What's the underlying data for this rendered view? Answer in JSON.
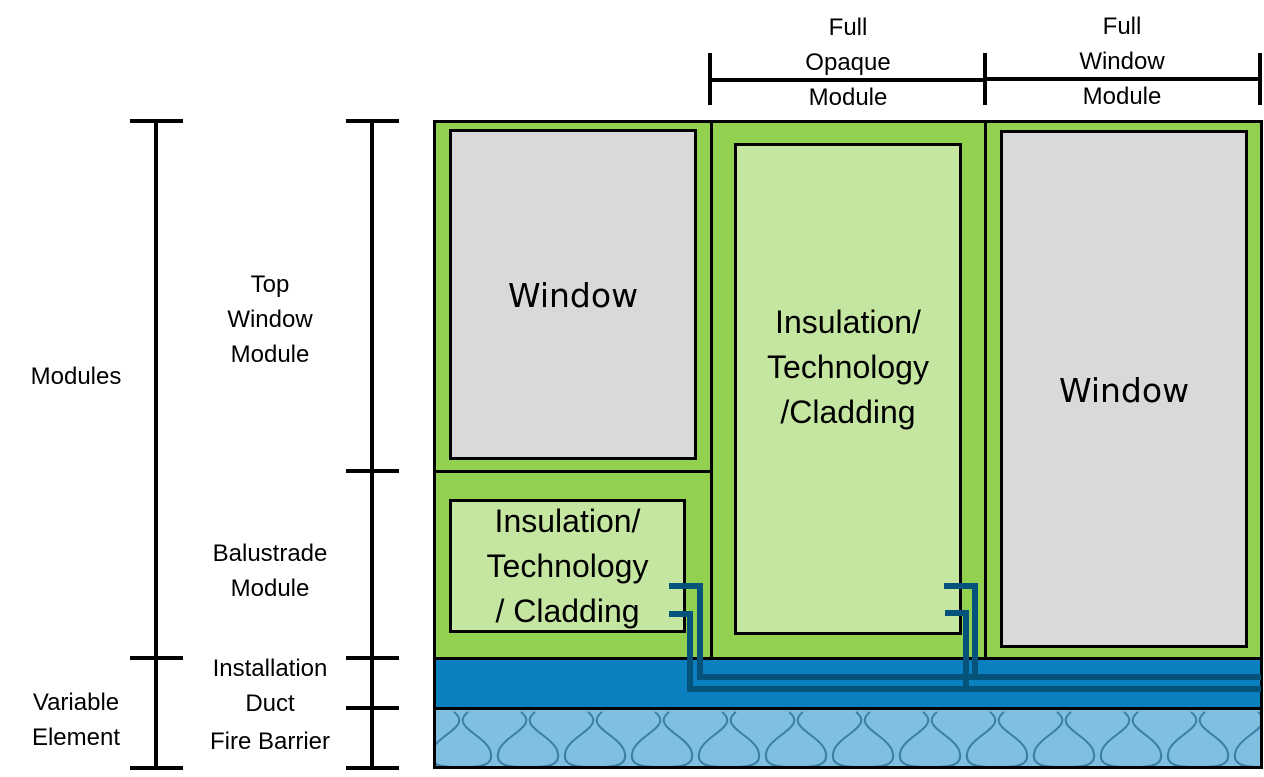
{
  "diagram": {
    "top_labels": {
      "full_opaque_module": "Full\nOpaque\nModule",
      "full_window_module": "Full\nWindow\nModule"
    },
    "left_labels": {
      "modules": "Modules",
      "variable_element": "Variable\nElement",
      "top_window_module": "Top\nWindow\nModule",
      "balustrade_module": "Balustrade\nModule",
      "installation_duct": "Installation\nDuct",
      "fire_barrier": "Fire Barrier"
    },
    "panels": {
      "left_window": "Window",
      "left_insulation": "Insulation/\nTechnology\n/ Cladding",
      "middle_insulation": "Insulation/\nTechnology\n/Cladding",
      "right_window": "Window"
    },
    "colors": {
      "module_frame": "#92D050",
      "insulation": "#C5E6A1",
      "window": "#D9D9D9",
      "installation_duct": "#0A80C0",
      "pipes": "#05527A",
      "fire_barrier": "#7FBFE0",
      "fire_barrier_pattern": "#3C7FA3"
    }
  }
}
